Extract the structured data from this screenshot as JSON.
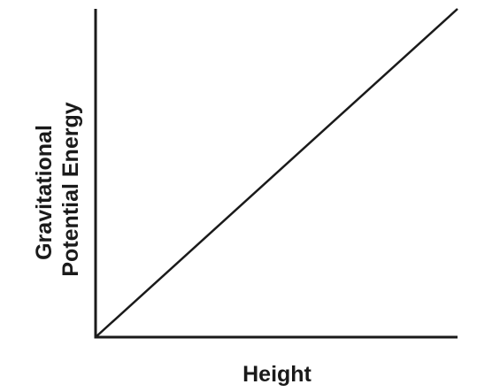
{
  "chart_data": {
    "type": "line",
    "title": "",
    "xlabel": "Height",
    "ylabel_lines": [
      "Gravitational",
      "Potential Energy"
    ],
    "xlim": [
      0,
      1
    ],
    "ylim": [
      0,
      1
    ],
    "grid": false,
    "ticks": false,
    "series": [
      {
        "x": [
          0,
          1
        ],
        "values": [
          0,
          1
        ]
      }
    ],
    "colors": {
      "axis": "#1a1a1a",
      "line": "#1a1a1a",
      "background": "#ffffff"
    }
  }
}
